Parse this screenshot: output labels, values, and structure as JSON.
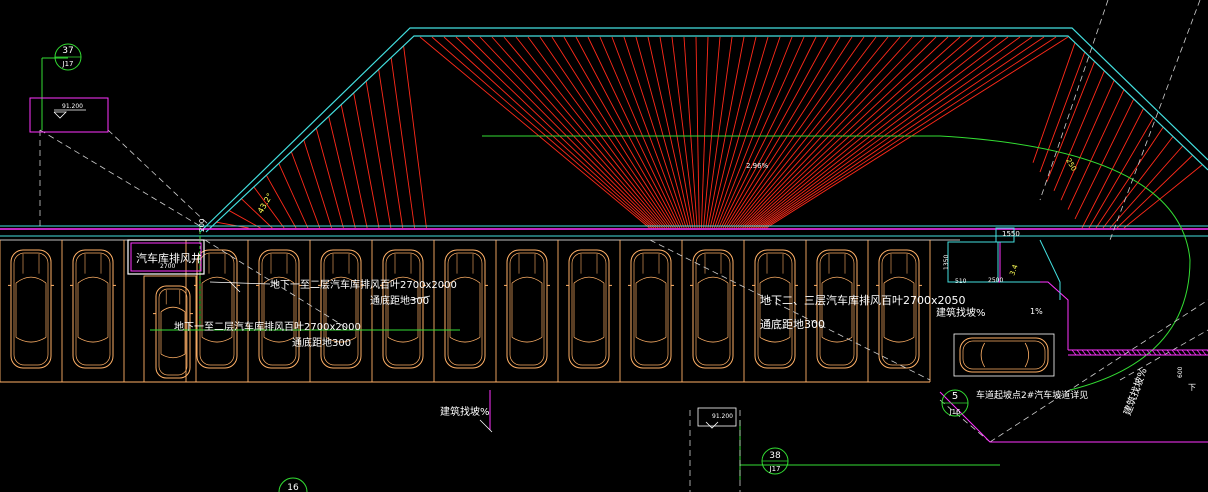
{
  "labels": {
    "grid_37_top": "37",
    "grid_37_bottom": "J17",
    "grid_38_top": "38",
    "grid_38_bottom": "J17",
    "grid_5_top": "5",
    "grid_5_bottom": "J16",
    "grid_16": "16",
    "elev_1": "91.200",
    "elev_2": "91.200",
    "slope_ramp": "2.96%",
    "angle": "43.2°",
    "dim_200": "200",
    "dim_2700": "2700",
    "dim_1550": "1550",
    "dim_2500": "2500",
    "dim_1350": "1350",
    "dim_510": "510",
    "dim_600": "600",
    "dim_3_4": "3.4",
    "slope_1pct": "1%",
    "mark_T": "下",
    "fan_left": "汽车库排风井",
    "duct_top_left": "地下一至二层汽车库排风百叶2700x2000",
    "duct_top_left_sub": "通底距地300",
    "duct_mid_left": "地下一至二层汽车库排风百叶2700x2000",
    "duct_mid_left_sub": "通底距地300",
    "duct_right": "地下二、三层汽车库排风百叶2700x2050",
    "duct_right_sub": "通底距地300",
    "slope_bottom": "建筑找坡%",
    "slope_right": "建筑找坡%",
    "slope_vertical": "建筑找坡%",
    "ramp_note": "车道起坡点2#汽车坡道详见"
  },
  "colors": {
    "background": "#000000",
    "ramp_red": "#ff2a1a",
    "car_orange": "#ffb066",
    "wall_cyan": "#43e0e0",
    "axis_green": "#33dd33",
    "magenta": "#ff33ff",
    "white": "#ffffff",
    "yellow": "#ffff55",
    "dash_white": "#cfcfcf"
  },
  "parking": {
    "stall_count_main": 15,
    "car_count_main": 15
  }
}
